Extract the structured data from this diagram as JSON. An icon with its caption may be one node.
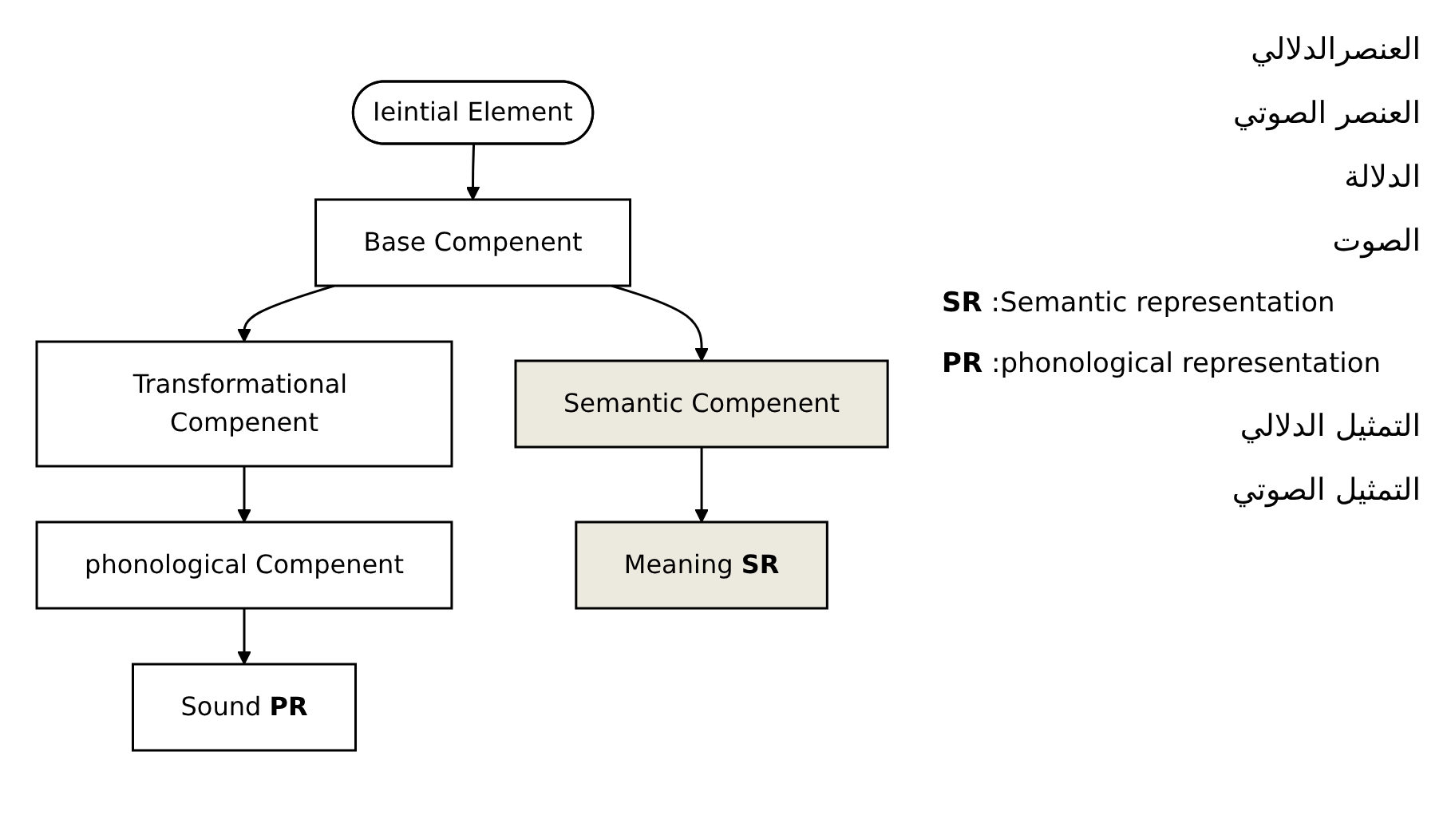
{
  "diagram": {
    "nodes": [
      {
        "text": [
          "Ieintial Element"
        ]
      },
      {
        "text": [
          "Base Compenent"
        ]
      },
      {
        "text": [
          "Transformational Compenent"
        ]
      },
      {
        "text": [
          "Semantic Compenent"
        ]
      },
      {
        "text": [
          "phonological Compenent"
        ]
      },
      {
        "text": [
          "Meaning **SR**"
        ]
      },
      {
        "text": [
          "Sound **PR**"
        ]
      }
    ],
    "edges": [
      {
        "from": 0,
        "to": 1,
        "arrow": "to"
      },
      {
        "from": 1,
        "to": 2,
        "arrow": "to"
      },
      {
        "from": 1,
        "to": 3,
        "arrow": "to"
      },
      {
        "from": 2,
        "to": 4,
        "arrow": "to"
      },
      {
        "from": 3,
        "to": 5,
        "arrow": "to"
      },
      {
        "from": 4,
        "to": 6,
        "arrow": "to"
      }
    ],
    "labels": [
      "العنصرالدلالي",
      "العنصر الصوتي",
      "الدلالة",
      "الصوت",
      "**SR** :Semantic representation",
      "**PR** :phonological representation",
      "التمثيل الدلالي",
      "التمثيل الصوتي"
    ]
  }
}
